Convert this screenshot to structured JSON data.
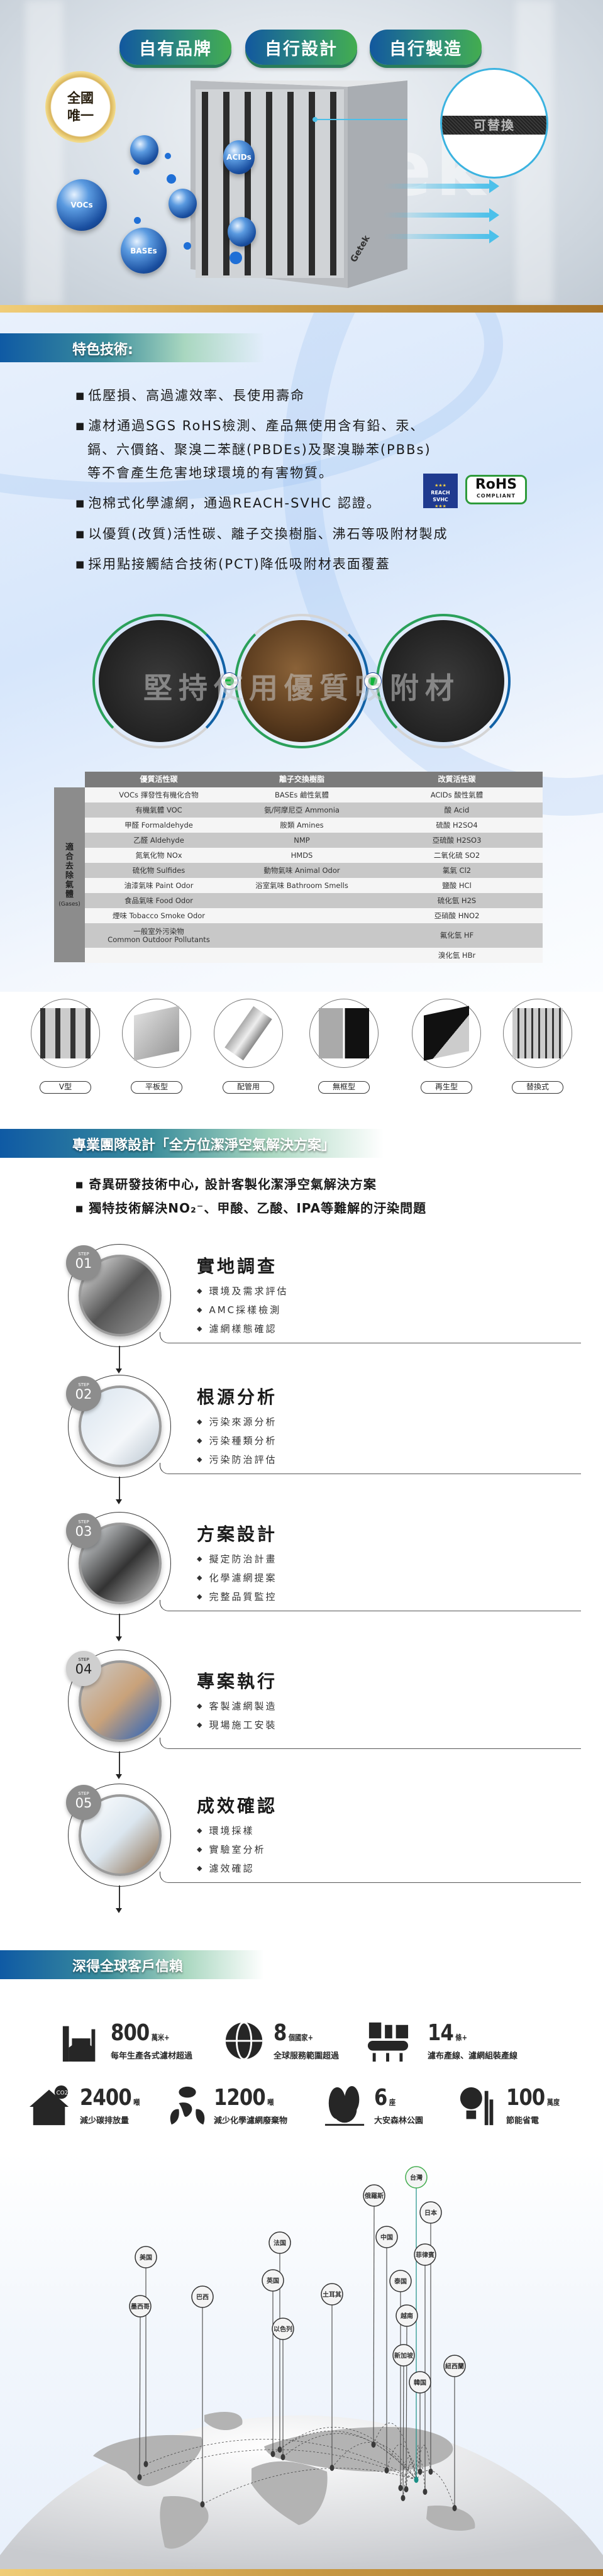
{
  "hero": {
    "badges": [
      "自有品牌",
      "自行設計",
      "自行製造"
    ],
    "seal_line1": "全國",
    "seal_line2": "唯一",
    "replaceable_label": "可替換",
    "molecules": [
      "ACIDs",
      "VOCs",
      "BASEs"
    ],
    "watermark": "Getek",
    "brand_on_filter": "Getek"
  },
  "features": {
    "heading": "特色技術:",
    "bullets": [
      {
        "lines": [
          "低壓損、高過濾效率、長使用壽命"
        ]
      },
      {
        "lines": [
          "濾材通過SGS RoHS檢測、產品無使用含有鉛、汞、",
          "鎘、六價鉻、聚溴二苯醚(PBDEs)及聚溴聯苯(PBBs)",
          "等不會產生危害地球環境的有害物質。"
        ]
      },
      {
        "lines": [
          "泡棉式化學濾網，通過REACH-SVHC 認證。"
        ]
      },
      {
        "lines": [
          "以優質(改質)活性碳、離子交換樹脂、沸石等吸附材製成"
        ]
      },
      {
        "lines": [
          "採用點接觸結合技術(PCT)降低吸附材表面覆蓋"
        ]
      }
    ],
    "reach_logo": {
      "line1": "REACH",
      "line2": "SVHC"
    },
    "rohs_logo": {
      "main": "RoHS",
      "sub": "COMPLIANT"
    },
    "slogan": "堅持使用優質吸附材"
  },
  "gas_table": {
    "side_label": "適合去除氣體",
    "side_label_en": "(Gases)",
    "headers": [
      "優質活性碳",
      "離子交換樹脂",
      "改質活性碳"
    ],
    "rows": [
      [
        "VOCs 揮發性有機化合物",
        "BASEs 鹼性氣體",
        "ACIDs 酸性氣體"
      ],
      [
        "有機氣體 VOC",
        "氨/阿摩尼亞 Ammonia",
        "酸 Acid"
      ],
      [
        "甲醛 Formaldehyde",
        "胺類 Amines",
        "硫酸 H2SO4"
      ],
      [
        "乙醛 Aldehyde",
        "NMP",
        "亞硫酸 H2SO3"
      ],
      [
        "氮氧化物 NOx",
        "HMDS",
        "二氧化硫 SO2"
      ],
      [
        "硫化物 Sulfides",
        "動物氣味 Animal Odor",
        "氯氣 Cl2"
      ],
      [
        "油漆氣味 Paint Odor",
        "浴室氣味 Bathroom Smells",
        "鹽酸 HCl"
      ],
      [
        "食品氣味 Food Odor",
        "",
        "硫化氫 H2S"
      ],
      [
        "煙味 Tobacco Smoke Odor",
        "",
        "亞硝酸 HNO2"
      ],
      [
        "一般室外污染物\nCommon Outdoor Pollutants",
        "",
        "氟化氫 HF"
      ],
      [
        "",
        "",
        "溴化氫 HBr"
      ]
    ]
  },
  "products": [
    {
      "label": "V型",
      "icon": "v-bank-filter"
    },
    {
      "label": "平板型",
      "icon": "flat-panel-filter"
    },
    {
      "label": "配管用",
      "icon": "pipe-canister-filter"
    },
    {
      "label": "無框型",
      "icon": "frameless-sheet-filter"
    },
    {
      "label": "再生型",
      "icon": "regenerable-filter"
    },
    {
      "label": "替換式",
      "icon": "replaceable-filter"
    }
  ],
  "solutions": {
    "heading": "專業團隊設計「全方位潔淨空氣解決方案」",
    "bullets": [
      "奇異研發技術中心, 設計客製化潔淨空氣解決方案",
      "獨特技術解決NO₂⁻、甲酸、乙酸、IPA等難解的汙染問題"
    ],
    "step_word": "STEP",
    "steps": [
      {
        "num": "01",
        "title": "實地調查",
        "items": [
          "環境及需求評估",
          "AMC採樣檢測",
          "濾網樣態確認"
        ]
      },
      {
        "num": "02",
        "title": "根源分析",
        "items": [
          "污染來源分析",
          "污染種類分析",
          "污染防治評估"
        ]
      },
      {
        "num": "03",
        "title": "方案設計",
        "items": [
          "擬定防治計畫",
          "化學濾網提案",
          "完整品質監控"
        ]
      },
      {
        "num": "04",
        "title": "專案執行",
        "items": [
          "客製濾網製造",
          "現場施工安裝"
        ]
      },
      {
        "num": "05",
        "title": "成效確認",
        "items": [
          "環境採樣",
          "實驗室分析",
          "濾效確認"
        ]
      }
    ]
  },
  "trust": {
    "heading": "深得全球客戶信賴",
    "stats": [
      {
        "number": "800",
        "unit": "萬米+",
        "caption": "每年生產各式濾材超過",
        "icon": "factory-icon"
      },
      {
        "number": "8",
        "unit": "個國家+",
        "caption": "全球服務範圍超過",
        "icon": "globe-icon"
      },
      {
        "number": "14",
        "unit": "條+",
        "caption": "濾布產線、濾網組裝產線",
        "icon": "conveyor-icon"
      },
      {
        "number": "2400",
        "unit": "噸",
        "caption": "減少碳排放量",
        "icon": "co2-house-icon"
      },
      {
        "number": "1200",
        "unit": "噸",
        "caption": "減少化學濾網廢棄物",
        "icon": "recycle-leaf-icon"
      },
      {
        "number": "6",
        "unit": "座",
        "caption": "大安森林公園",
        "icon": "forest-icon"
      },
      {
        "number": "100",
        "unit": "萬度",
        "caption": "節能省電",
        "icon": "energy-bulb-icon"
      }
    ],
    "countries": [
      "台灣",
      "俄羅斯",
      "日本",
      "法国",
      "中国",
      "美国",
      "菲律賓",
      "英国",
      "泰国",
      "土耳其",
      "巴西",
      "墨西哥",
      "越南",
      "以色列",
      "新加坡",
      "紐西蘭",
      "韓国"
    ],
    "highlight_country": "台灣",
    "colors": {
      "brand_blue": "#12589f",
      "brand_green": "#43ad4f",
      "highlight_teal": "#1a8f86",
      "gold": "#c99a45"
    }
  }
}
